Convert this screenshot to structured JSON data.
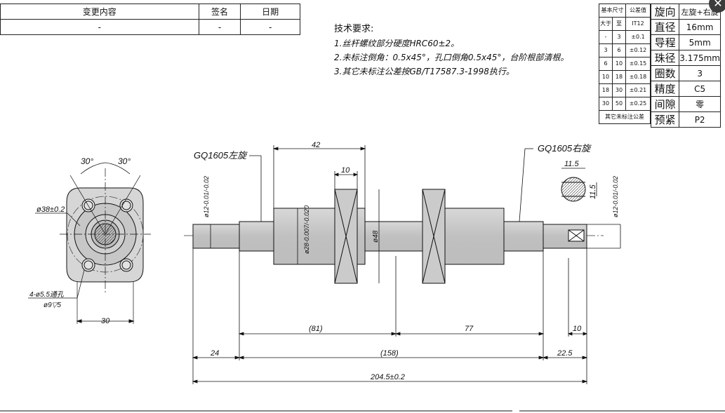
{
  "change_table": {
    "headers": [
      "变更内容",
      "签名",
      "日期"
    ],
    "row": [
      "-",
      "-",
      "-"
    ]
  },
  "notes": {
    "title": "技术要求:",
    "items": [
      "1.丝杆螺纹部分硬度HRC60±2。",
      "2.未标注倒角：0.5x45°，孔口倒角0.5x45°，台阶根部清根。",
      "3.其它未标注公差按GB/T17587.3-1998执行。"
    ]
  },
  "tolerance_table": {
    "header": [
      "基本尺寸",
      "公差值"
    ],
    "subheader": [
      "大于",
      "至",
      "IT12"
    ],
    "rows": [
      [
        "-",
        "3",
        "±0.1"
      ],
      [
        "3",
        "6",
        "±0.12"
      ],
      [
        "6",
        "10",
        "±0.15"
      ],
      [
        "10",
        "18",
        "±0.18"
      ],
      [
        "18",
        "30",
        "±0.21"
      ],
      [
        "30",
        "50",
        "±0.25"
      ]
    ],
    "footer": "其它未标注公差"
  },
  "spec_table": {
    "rows": [
      {
        "key": "旋向",
        "value": "左旋+右旋"
      },
      {
        "key": "直径",
        "value": "16mm"
      },
      {
        "key": "导程",
        "value": "5mm"
      },
      {
        "key": "珠径",
        "value": "3.175mm"
      },
      {
        "key": "圈数",
        "value": "3"
      },
      {
        "key": "精度",
        "value": "C5"
      },
      {
        "key": "间隙",
        "value": "零"
      },
      {
        "key": "预紧",
        "value": "P2"
      }
    ]
  },
  "drawing": {
    "flange_angle_left": "30°",
    "flange_angle_right": "30°",
    "flange_pcd": "ø38±0.2",
    "flange_holes": "4-ø5.5通孔",
    "flange_cbore": "ø9▽5",
    "flange_width": "30",
    "left_nut_label": "GQ1605左旋",
    "right_nut_label": "GQ1605右旋",
    "nut_length": "42",
    "flange_thickness": "10",
    "end_dia_left": "ø12-0.01/-0.02",
    "body_dia": "ø28-0.007/-0.020",
    "flange_dia": "ø48",
    "flat_width": "11.5",
    "flat_height": "11.5",
    "end_dia_right": "ø12-0.01/-0.02",
    "dim_81": "(81)",
    "dim_77": "77",
    "dim_10": "10",
    "dim_24": "24",
    "dim_158": "(158)",
    "dim_22_5": "22.5",
    "dim_total": "204.5±0.2"
  },
  "window": {
    "close_icon": "close-icon",
    "close_glyph": "✕"
  }
}
